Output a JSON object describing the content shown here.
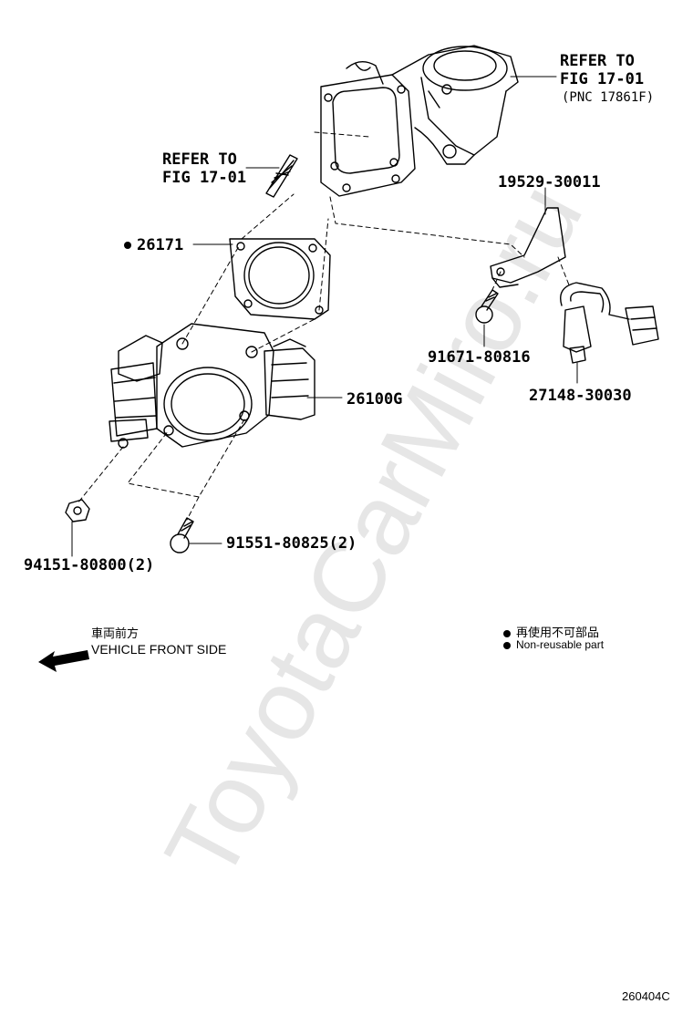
{
  "watermark": "ToyotaCarMiro.ru",
  "labels": {
    "refer_top_line1": "REFER TO",
    "refer_top_line2": "FIG 17-01",
    "refer_top_line3": "(PNC 17861F)",
    "refer_left_line1": "REFER TO",
    "refer_left_line2": "FIG 17-01",
    "part_26171": "26171",
    "part_19529": "19529-30011",
    "part_91671": "91671-80816",
    "part_27148": "27148-30030",
    "part_26100G": "26100G",
    "part_91551": "91551-80825(2)",
    "part_94151": "94151-80800(2)"
  },
  "direction": {
    "jp": "車両前方",
    "en": "VEHICLE FRONT SIDE"
  },
  "legend": {
    "jp": "再使用不可部品",
    "en": "Non-reusable part"
  },
  "figure_id": "260404C"
}
